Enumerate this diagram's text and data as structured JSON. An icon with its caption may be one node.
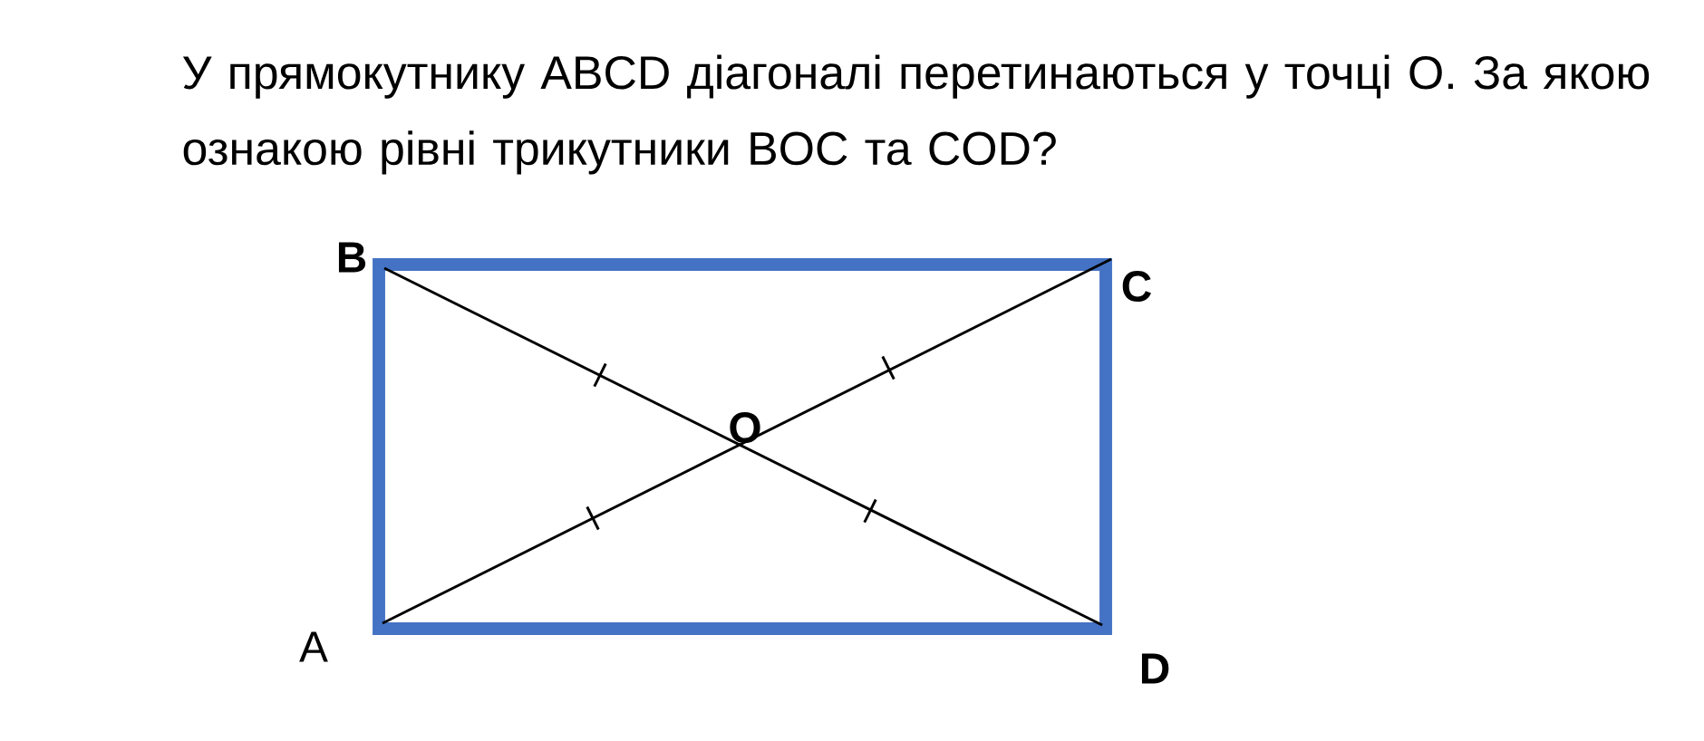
{
  "diagram": {
    "title": "У прямокутнику ABCD діагоналі перетинаються у точці О. За якою ознакою рівні трикутники BOC та COD?",
    "labels": [
      "B",
      "C",
      "O",
      "A",
      "D"
    ]
  }
}
